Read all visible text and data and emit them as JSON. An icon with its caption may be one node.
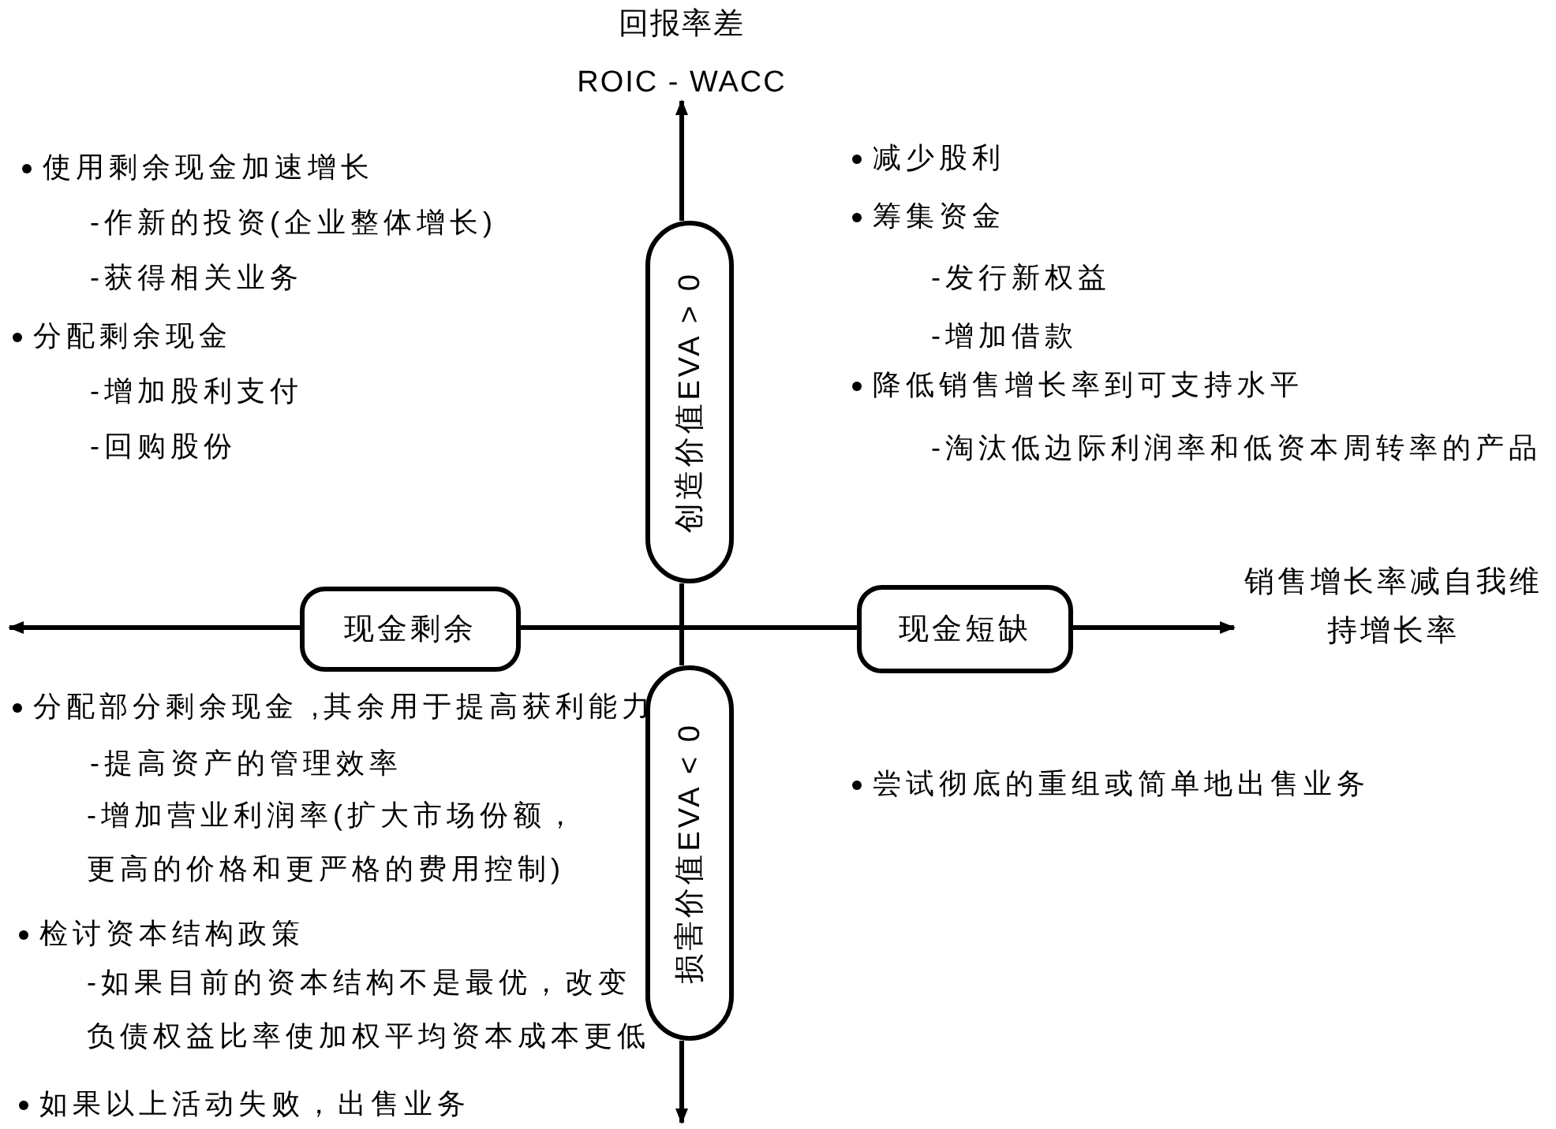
{
  "diagram": {
    "nodes": [
      {
        "text": [
          "创造价值EVA > 0"
        ]
      },
      {
        "text": [
          "现金剩余"
        ]
      },
      {
        "text": [
          "现金短缺"
        ]
      },
      {
        "text": [
          "损害价值EVA < 0"
        ]
      },
      {
        "text": [
          "回报率差",
          "ROIC - WACC"
        ]
      },
      {
        "text": [
          "销售增长率减自我维持增长率"
        ]
      }
    ],
    "edges": [
      {
        "from": 0,
        "to": 4,
        "arrow": "to"
      },
      {
        "from": 3,
        "to": 0,
        "arrow": "none"
      },
      {
        "from": 3,
        "to": null,
        "arrow": "to"
      },
      {
        "from": 1,
        "to": 2,
        "arrow": "none"
      },
      {
        "from": 1,
        "to": null,
        "arrow": "to"
      },
      {
        "from": 2,
        "to": 5,
        "arrow": "to"
      }
    ],
    "labels": [
      "使用剩余现金加速增长",
      "-作新的投资(企业整体增长)",
      "-获得相关业务",
      "分配剩余现金",
      "-增加股利支付",
      "-回购股份",
      "减少股利",
      "筹集资金",
      "-发行新权益",
      "-增加借款",
      "降低销售增长率到可支持水平",
      "-淘汰低边际利润率和低资本周转率的产品",
      "分配部分剩余现金 ,其余用于提高获利能力",
      "-提高资产的管理效率",
      "-增加营业利润率(扩大市场份额，更高的价格和更严格的费用控制)",
      "检讨资本结构政策",
      "-如果目前的资本结构不是最优，改变负债权益比率使加权平均资本成本更低",
      "如果以上活动失败，出售业务",
      "尝试彻底的重组或简单地出售业务"
    ]
  }
}
